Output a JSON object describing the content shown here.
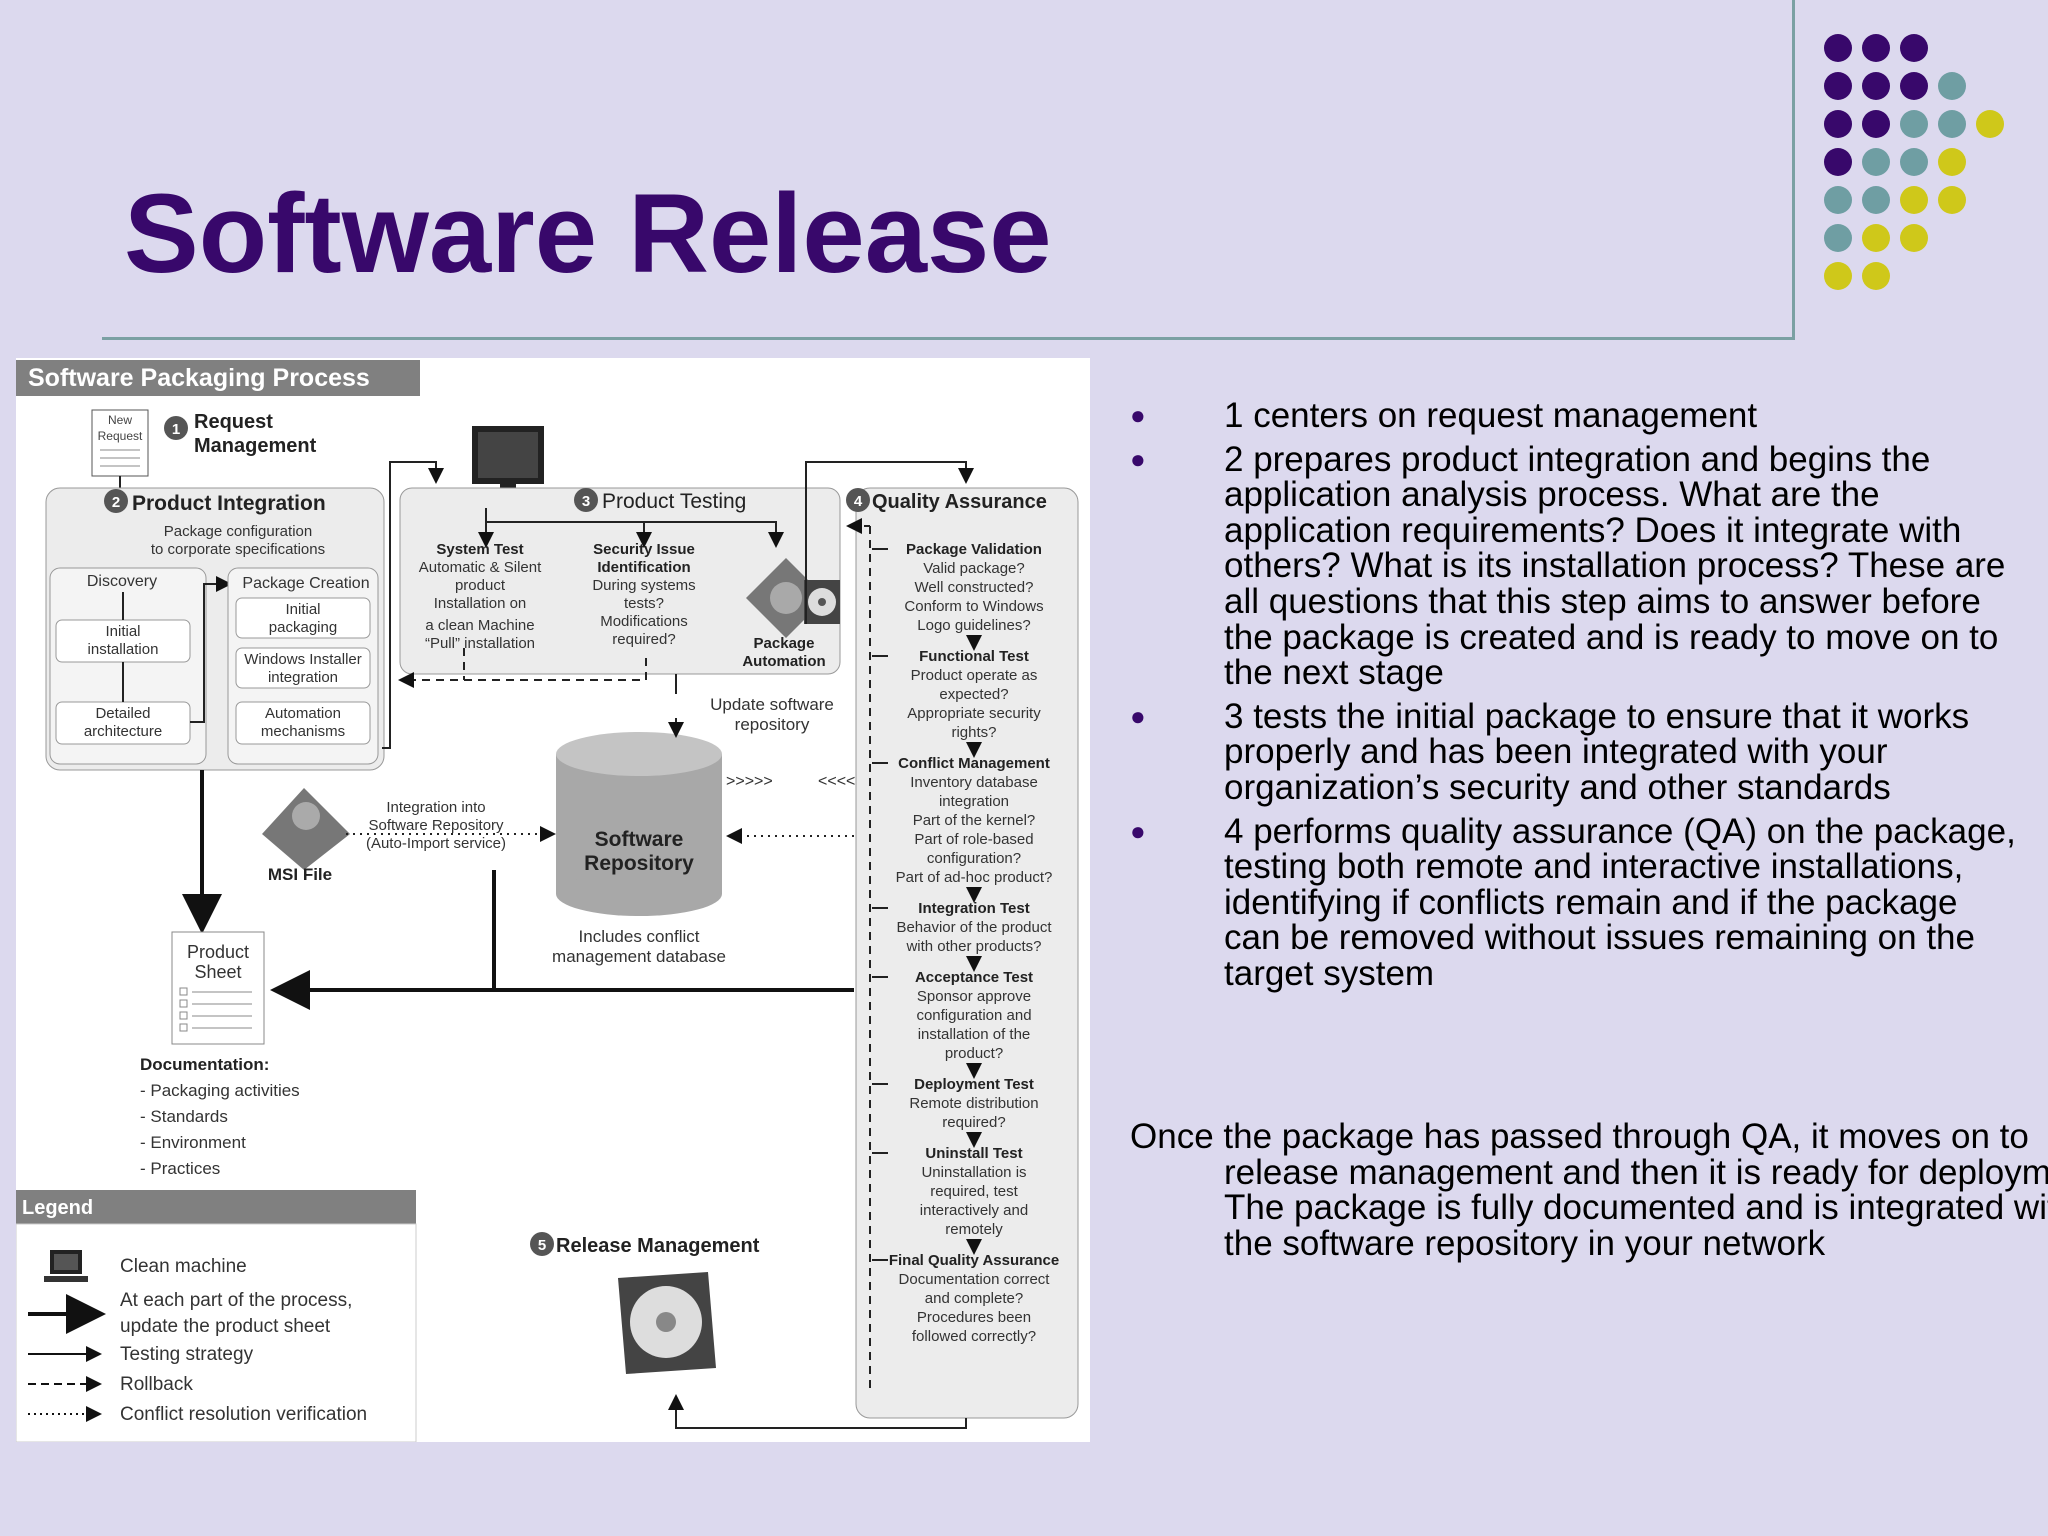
{
  "slide": {
    "title": "Software Release",
    "colors": {
      "title": "#38086b",
      "purple": "#38086b",
      "teal": "#6f9ea3",
      "yellow": "#cfc81a",
      "background": "#dcd9ee"
    }
  },
  "bullets": [
    "1 centers on request management",
    "2 prepares product integration and begins the application analysis process. What are the application requirements? Does it integrate with others? What is its installation process? These are all questions that this step aims to answer before the package is created and is ready to move on to the next stage",
    "3 tests the initial package to ensure that it works properly and has been integrated with your organization’s security and other standards",
    "4 performs quality assurance (QA) on the package, testing both remote and interactive installations, identifying if conflicts remain and if the package can be removed without issues remaining on the target system"
  ],
  "closing_paragraph": "Once the package has passed through QA, it moves on to release management and then it is ready for deployment. The package is fully documented and is integrated with the software repository in your network",
  "diagram": {
    "header": "Software Packaging Process",
    "new_request_doc": [
      "New",
      "Request"
    ],
    "step1": {
      "number": "1",
      "title_line1": "Request",
      "title_line2": "Management"
    },
    "step2": {
      "number": "2",
      "title": "Product Integration",
      "subtitle_line1": "Package configuration",
      "subtitle_line2": "to corporate specifications",
      "discovery": "Discovery",
      "initial_installation": [
        "Initial",
        "installation"
      ],
      "detailed_architecture": [
        "Detailed",
        "architecture"
      ],
      "package_creation": "Package Creation",
      "initial_packaging": [
        "Initial",
        "packaging"
      ],
      "windows_installer": [
        "Windows Installer",
        "integration"
      ],
      "automation": [
        "Automation",
        "mechanisms"
      ]
    },
    "step3": {
      "number": "3",
      "title": "Product Testing",
      "system_test": [
        "System Test",
        "Automatic & Silent",
        "product",
        "Installation on",
        "a clean Machine",
        "“Pull” installation"
      ],
      "security_issue": [
        "Security Issue",
        "Identification",
        "During systems",
        "tests?",
        "Modifications",
        "required?"
      ],
      "package_automation": [
        "Package",
        "Automation"
      ]
    },
    "step4": {
      "number": "4",
      "title": "Quality Assurance",
      "items": [
        {
          "head": "Package Validation",
          "lines": [
            "Valid package?",
            "Well constructed?",
            "Conform to Windows",
            "Logo guidelines?"
          ]
        },
        {
          "head": "Functional Test",
          "lines": [
            "Product operate as",
            "expected?",
            "Appropriate security",
            "rights?"
          ]
        },
        {
          "head": "Conflict Management",
          "lines": [
            "Inventory database",
            "integration",
            "Part of the kernel?",
            "Part of role-based",
            "configuration?",
            "Part of ad-hoc product?"
          ]
        },
        {
          "head": "Integration  Test",
          "lines": [
            "Behavior of the product",
            "with other products?"
          ]
        },
        {
          "head": "Acceptance Test",
          "lines": [
            "Sponsor approve",
            "configuration and",
            "installation of the",
            "product?"
          ]
        },
        {
          "head": "Deployment Test",
          "lines": [
            "Remote distribution",
            "required?"
          ]
        },
        {
          "head": "Uninstall Test",
          "lines": [
            "Uninstallation is",
            "required, test",
            "interactively and",
            "remotely"
          ]
        },
        {
          "head": "Final Quality Assurance",
          "lines": [
            "Documentation correct",
            "and complete?",
            "Procedures been",
            "followed correctly?"
          ]
        }
      ]
    },
    "step5": {
      "number": "5",
      "title": "Release Management"
    },
    "update_repo": [
      "Update software",
      "repository"
    ],
    "repository": [
      "Software",
      "Repository"
    ],
    "repo_note": [
      "Includes conflict",
      "management database"
    ],
    "integration_note": [
      "Integration into",
      "Software Repository",
      "(Auto-Import service)"
    ],
    "msi_label": "MSI File",
    "flow_marks": [
      ">>>>>",
      "<<<<<"
    ],
    "product_sheet": [
      "Product",
      "Sheet"
    ],
    "documentation": {
      "title": "Documentation:",
      "items": [
        "- Packaging activities",
        "- Standards",
        "- Environment",
        "- Practices"
      ]
    },
    "legend": {
      "title": "Legend",
      "items": [
        {
          "icon": "monitor-icon",
          "lines": [
            "Clean machine"
          ]
        },
        {
          "icon": "thick-arrow-icon",
          "lines": [
            "At each part of the process,",
            "update the product sheet"
          ]
        },
        {
          "icon": "thin-arrow-icon",
          "lines": [
            "Testing strategy"
          ]
        },
        {
          "icon": "dashed-arrow-icon",
          "lines": [
            "Rollback"
          ]
        },
        {
          "icon": "dotted-arrow-icon",
          "lines": [
            "Conflict resolution verification"
          ]
        }
      ]
    }
  }
}
